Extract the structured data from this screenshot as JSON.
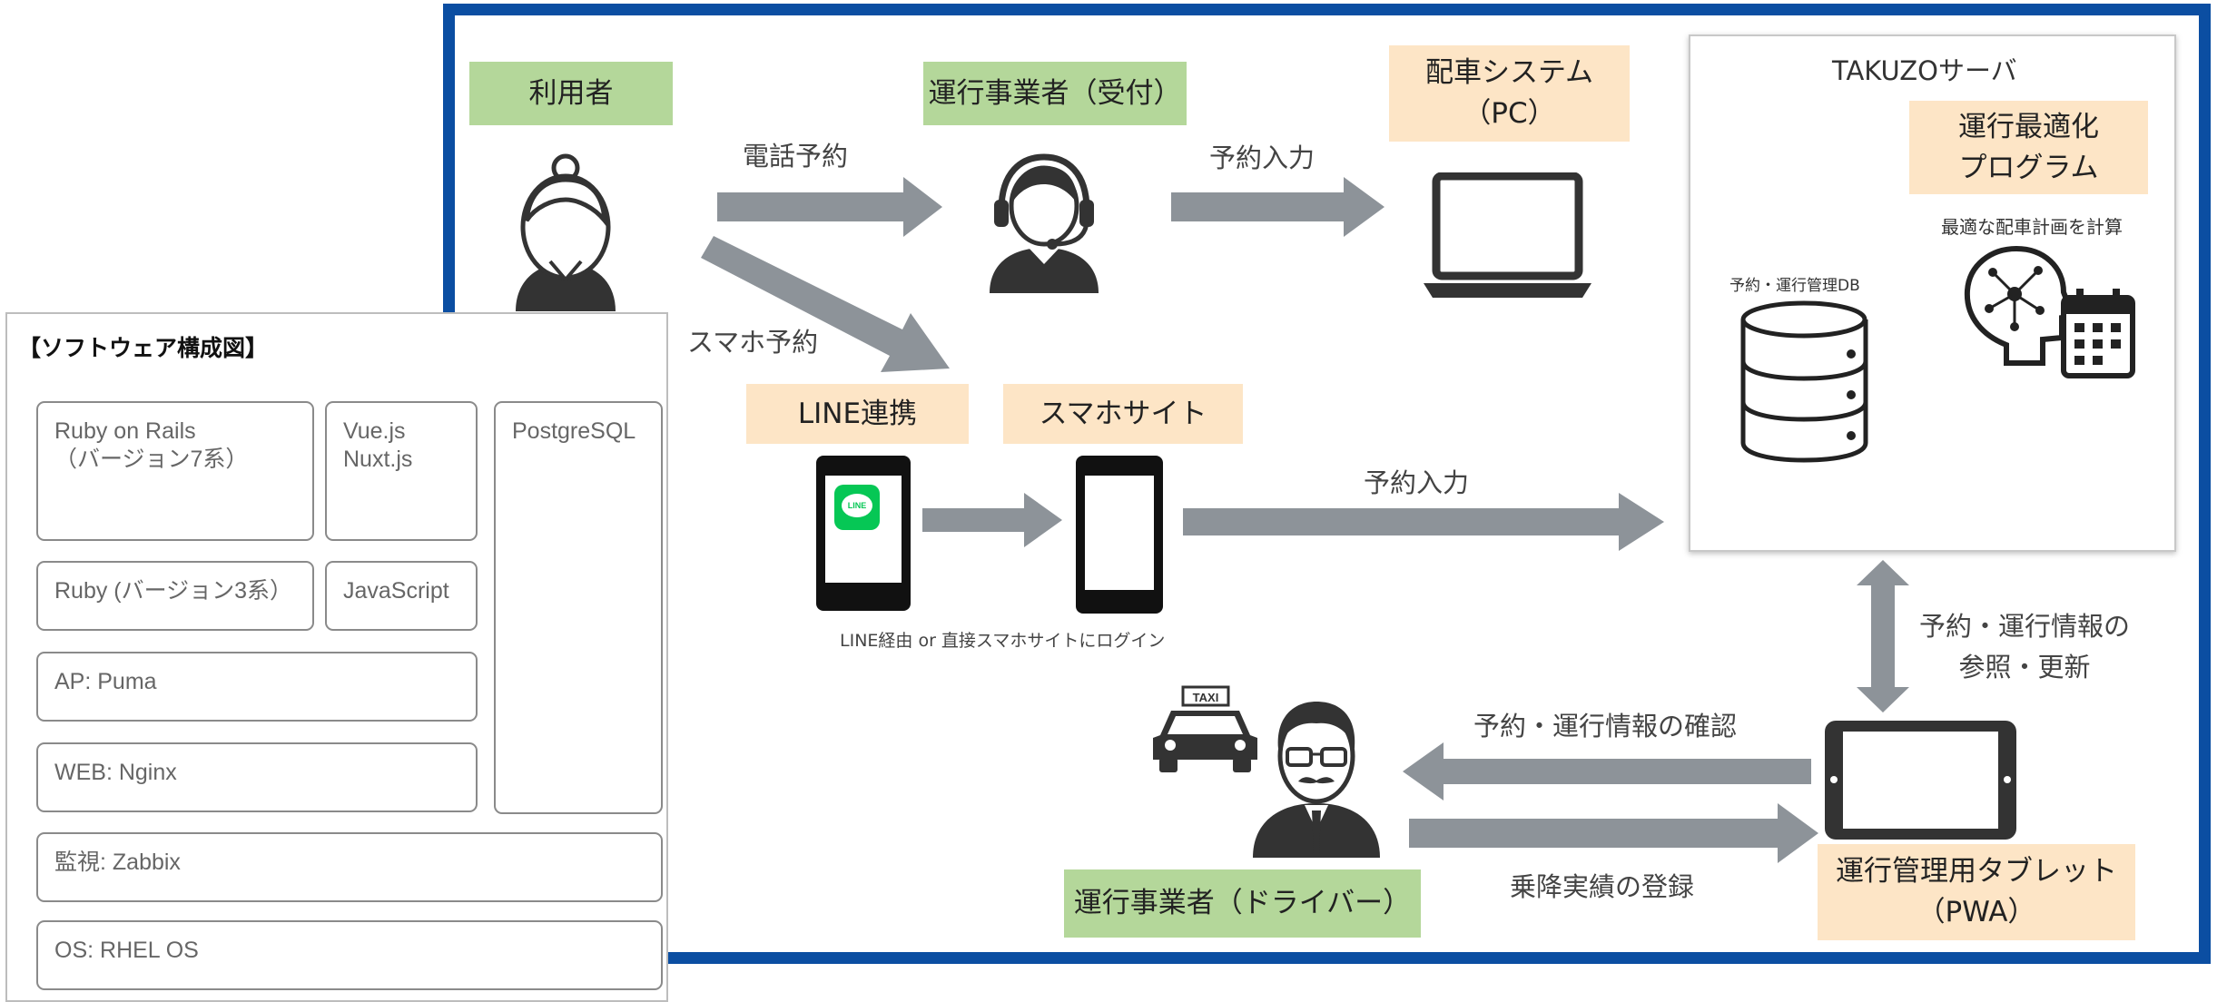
{
  "diagram": {
    "actors": {
      "user": "利用者",
      "reception": "運行事業者（受付）",
      "dispatch": "配車システム\n（PC）",
      "line": "LINE連携",
      "smartphone_site": "スマホサイト",
      "driver": "運行事業者（ドライバー）",
      "tablet": "運行管理用タブレット\n（PWA）"
    },
    "server": {
      "title": "TAKUZOサーバ",
      "program": "運行最適化\nプログラム",
      "program_caption": "最適な配車計画を計算",
      "db_caption": "予約・運行管理DB"
    },
    "arrows": {
      "phone_reservation": "電話予約",
      "input_reception": "予約入力",
      "smartphone_reservation": "スマホ予約",
      "input_site": "予約入力",
      "login_note": "LINE経由 or 直接スマホサイトにログイン",
      "reference_update": "予約・運行情報の\n参照・更新",
      "confirm": "予約・運行情報の確認",
      "register": "乗降実績の登録"
    },
    "icons": {
      "taxi_sign": "TAXI",
      "line_badge": "LINE"
    },
    "colors": {
      "frame": "#0b4ea2",
      "arrow": "#8d9399",
      "green_label": "#b4d79a",
      "peach_label": "#fde5c6"
    }
  },
  "software": {
    "title": "【ソフトウェア構成図】",
    "rails": "Ruby on Rails\n（バージョン7系）",
    "vue": "Vue.js\nNuxt.js",
    "postgres": "PostgreSQL",
    "ruby": "Ruby (バージョン3系）",
    "javascript": "JavaScript",
    "ap": "AP: Puma",
    "web": "WEB: Nginx",
    "monitoring": "監視:  Zabbix",
    "os": "OS:  RHEL OS"
  }
}
